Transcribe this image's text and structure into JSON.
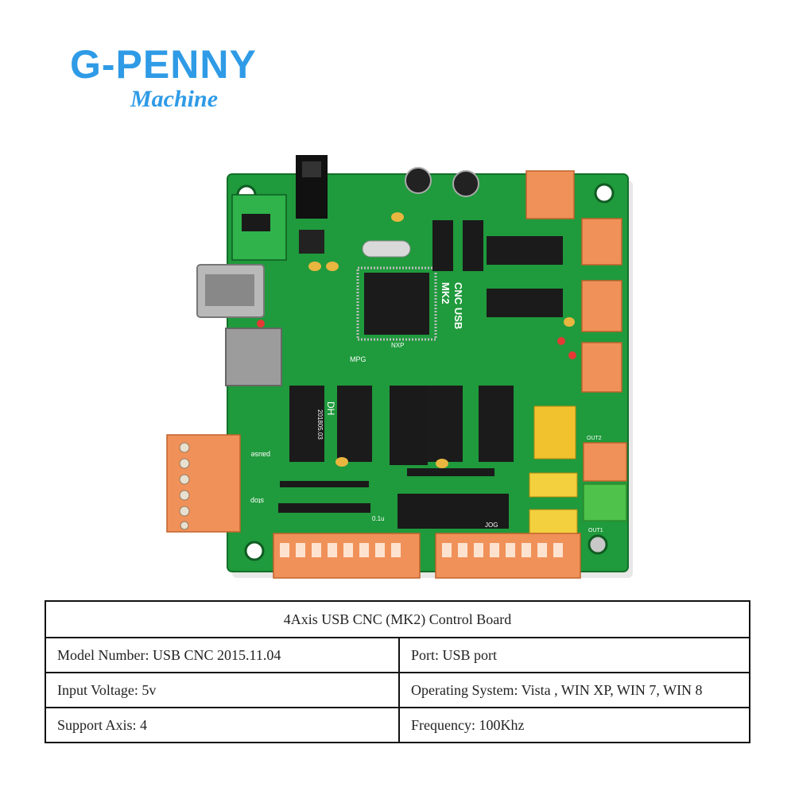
{
  "logo": {
    "brand": "G-PENNY",
    "subtitle": "Machine",
    "color": "#2f9be6"
  },
  "product_photo": {
    "board_color": "#1f9a3c",
    "connector_color": "#f0915a",
    "silkscreen": {
      "cnc_label": "CNC USB",
      "mk2_label": "MK2",
      "dh_label": "DH",
      "date_code": "201805.03",
      "mpg_label": "MPG",
      "jog_label": "JOG",
      "out1_label": "OUT1",
      "out2_label": "OUT2",
      "pause_label": "pause",
      "stop_label": "stop",
      "cap_label": "0.1u",
      "nxp_label": "NXP"
    }
  },
  "specs": {
    "title": "4Axis USB CNC (MK2) Control Board",
    "rows": [
      [
        "Model Number: USB CNC 2015.11.04",
        "Port: USB port"
      ],
      [
        "Input Voltage: 5v",
        "Operating System: Vista , WIN XP, WIN 7, WIN 8"
      ],
      [
        "Support Axis: 4",
        "Frequency: 100Khz"
      ]
    ]
  }
}
